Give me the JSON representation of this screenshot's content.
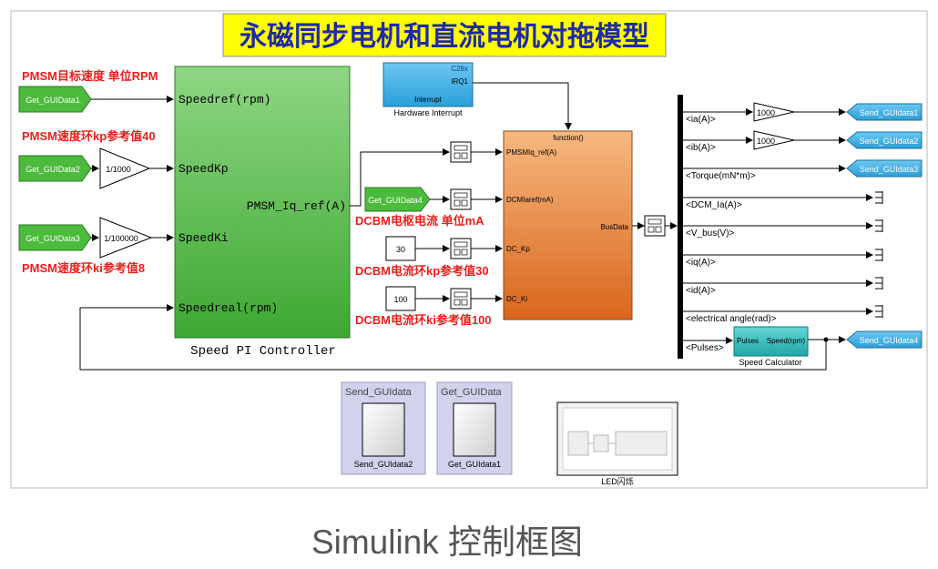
{
  "title": "永磁同步电机和直流电机对拖模型",
  "caption": "Simulink 控制框图",
  "annotations": {
    "pmsm_target_speed": "PMSM目标速度 单位RPM",
    "pmsm_speed_kp": "PMSM速度环kp参考值40",
    "pmsm_speed_ki": "PMSM速度环ki参考值8",
    "dcbm_armature_current": "DCBM电枢电流 单位mA",
    "dcbm_current_kp": "DCBM电流环kp参考值30",
    "dcbm_current_ki": "DCBM电流环ki参考值100"
  },
  "get_blocks": {
    "g1": "Get_GUIData1",
    "g2": "Get_GUIData2",
    "g3": "Get_GUIData3",
    "g4": "Get_GUIData4"
  },
  "gains": {
    "kp": "1/1000",
    "ki": "1/100000",
    "ia": "1000",
    "ib": "1000"
  },
  "pi_controller": {
    "name": "Speed PI Controller",
    "in1": "Speedref(rpm)",
    "in2": "SpeedKp",
    "in3": "SpeedKi",
    "in4": "Speedreal(rpm)",
    "out1": "PMSM_Iq_ref(A)"
  },
  "hardware_interrupt": {
    "chip": "C28x",
    "port": "IRQ1",
    "inner": "Interrupt",
    "name": "Hardware Interrupt"
  },
  "constants": {
    "c1": "30",
    "c2": "100"
  },
  "function_block": {
    "trigger": "function()",
    "in1": "PMSMIq_ref(A)",
    "in2": "DCMIaref(mA)",
    "in3": "DC_Kp",
    "in4": "DC_Ki",
    "out1": "BusData"
  },
  "bus_signals": {
    "s1": "<ia(A)>",
    "s2": "<ib(A)>",
    "s3": "<Torque(mN*m)>",
    "s4": "<DCM_Ia(A)>",
    "s5": "<V_bus(V)>",
    "s6": "<iq(A)>",
    "s7": "<id(A)>",
    "s8": "<electrical angle(rad)>",
    "s9": "<Pulses>"
  },
  "send_blocks": {
    "s1": "Send_GUIdata1",
    "s2": "Send_GUIdata2",
    "s3": "Send_GUIdata3",
    "s4": "Send_GUIdata4"
  },
  "speed_calc": {
    "in": "Pulses",
    "out": "Speed(rpm)",
    "name": "Speed Calculator"
  },
  "subsystems": {
    "send_header": "Send_GUIdata",
    "send_caption": "Send_GUIdata2",
    "get_header": "Get_GUIData",
    "get_caption": "Get_GUIdata1",
    "led_caption": "LED闪烁"
  },
  "colors": {
    "green_block": "#4cba3c",
    "blue_block": "#3daee9",
    "orange_block": "#e9822f",
    "title_bg": "#ffff00",
    "title_text": "#1f2aa8",
    "red_text": "#e8201c",
    "teal_block": "#2bbbbb"
  }
}
